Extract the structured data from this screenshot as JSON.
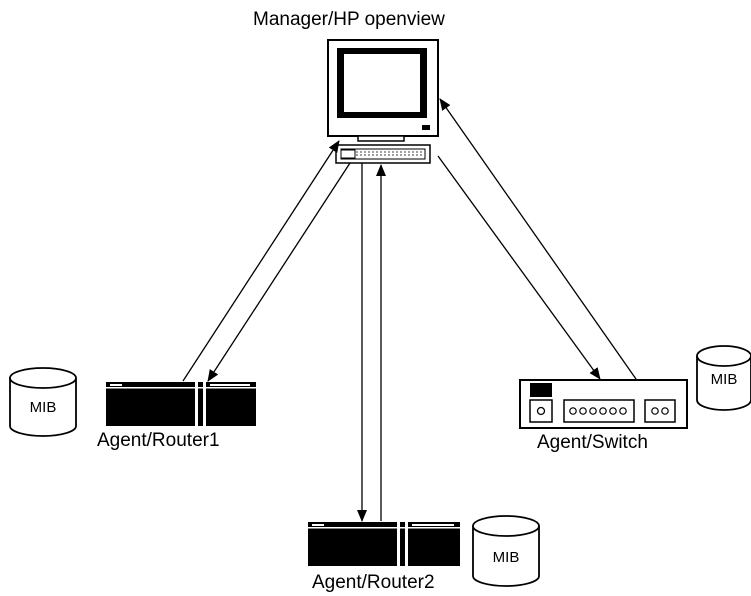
{
  "nodes": {
    "manager": {
      "label": "Manager/HP openview"
    },
    "router1": {
      "label": "Agent/Router1"
    },
    "router2": {
      "label": "Agent/Router2"
    },
    "switch": {
      "label": "Agent/Switch"
    }
  },
  "mib": {
    "router1": "MIB",
    "router2": "MIB",
    "switch": "MIB"
  },
  "colors": {
    "line": "#000000",
    "fill": "#ffffff",
    "device": "#000000"
  }
}
